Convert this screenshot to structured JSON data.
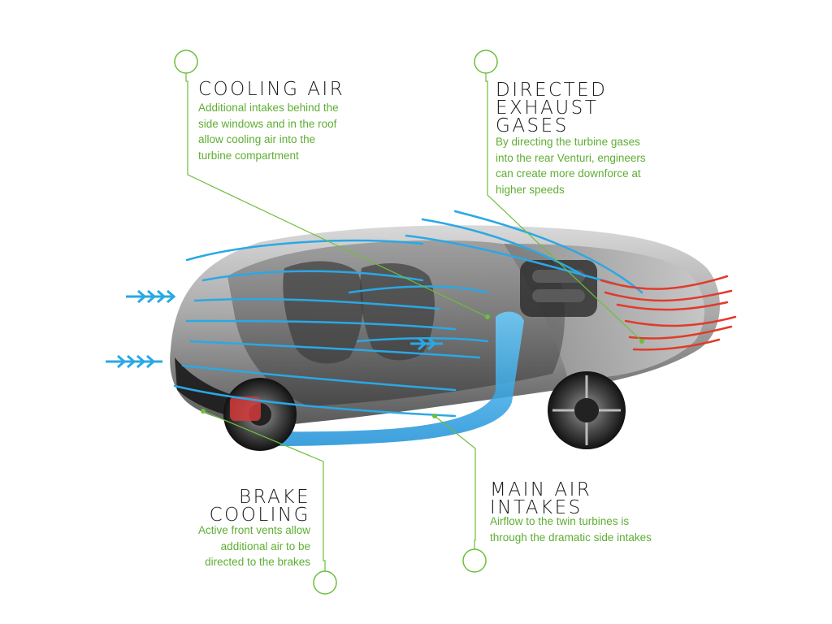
{
  "colors": {
    "accent_green": "#6bbf3a",
    "cool_air_blue": "#2aa8e6",
    "exhaust_red": "#e23a2a",
    "title_text": "#1a1a1a"
  },
  "callouts": {
    "cooling_air": {
      "title": "COOLING AIR",
      "text": "Additional intakes behind the\nside windows and in the roof\nallow cooling air into the\nturbine compartment"
    },
    "directed_exhaust": {
      "title": "DIRECTED\nEXHAUST\nGASES",
      "text": "By directing the turbine gases\ninto the rear Venturi, engineers\ncan create more downforce at\nhigher speeds"
    },
    "brake_cooling": {
      "title": "BRAKE\nCOOLING",
      "text": "Active front vents allow\nadditional air to be\ndirected to the brakes"
    },
    "main_air_intakes": {
      "title": "MAIN AIR\nINTAKES",
      "text": "Airflow to the twin turbines is\nthrough the dramatic side intakes"
    }
  },
  "illustration": {
    "subject": "concept supercar cutaway with airflow",
    "icons": [
      "cool-air-arrow-icon",
      "exhaust-flow-icon",
      "callout-circle-icon"
    ]
  }
}
